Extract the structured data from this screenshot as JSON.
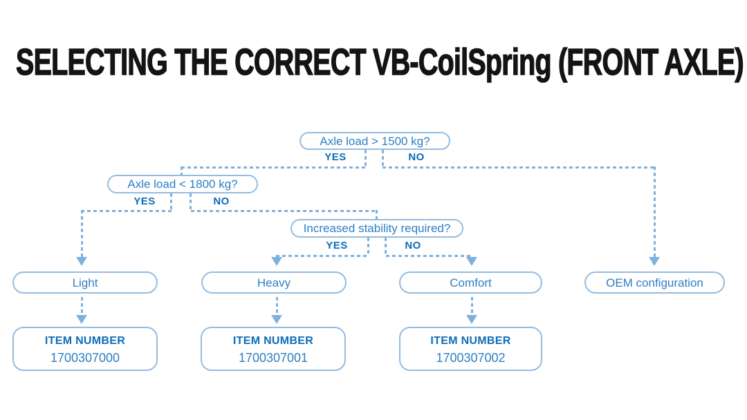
{
  "title": "SELECTING THE CORRECT VB-CoilSpring (FRONT AXLE)",
  "colors": {
    "title": "#141414",
    "box_border": "#93bce2",
    "box_text": "#2d7ec3",
    "bold_label": "#0d6cb8",
    "line": "#7fb1dd"
  },
  "flow": {
    "q1": {
      "label": "Axle load > 1500 kg?",
      "yes": "YES",
      "no": "NO"
    },
    "q2": {
      "label": "Axle load < 1800 kg?",
      "yes": "YES",
      "no": "NO"
    },
    "q3": {
      "label": "Increased stability required?",
      "yes": "YES",
      "no": "NO"
    },
    "results": {
      "light": "Light",
      "heavy": "Heavy",
      "comfort": "Comfort",
      "oem": "OEM configuration"
    },
    "items": [
      {
        "heading": "ITEM NUMBER",
        "number": "1700307000"
      },
      {
        "heading": "ITEM NUMBER",
        "number": "1700307001"
      },
      {
        "heading": "ITEM NUMBER",
        "number": "1700307002"
      }
    ]
  }
}
